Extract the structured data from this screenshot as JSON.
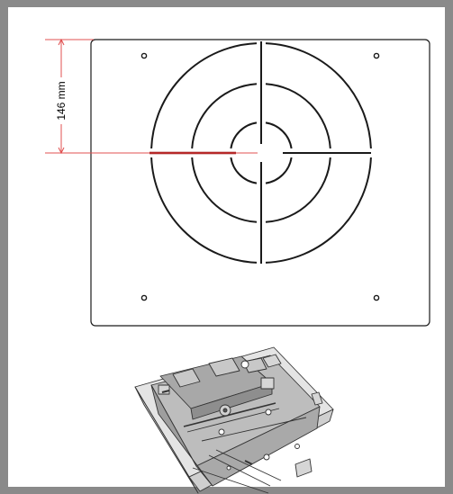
{
  "dimension": {
    "label": "146 mm",
    "line_color": "#e05050",
    "highlight_color": "#8b0000"
  },
  "template": {
    "holes": [
      "top-left-hole",
      "top-right-hole",
      "bottom-left-hole",
      "bottom-right-hole"
    ],
    "outline_color": "#1a1a1a"
  },
  "mount": {
    "body_color": "#bdbdbd",
    "shadow_color": "#9e9e9e",
    "line_color": "#333333"
  }
}
